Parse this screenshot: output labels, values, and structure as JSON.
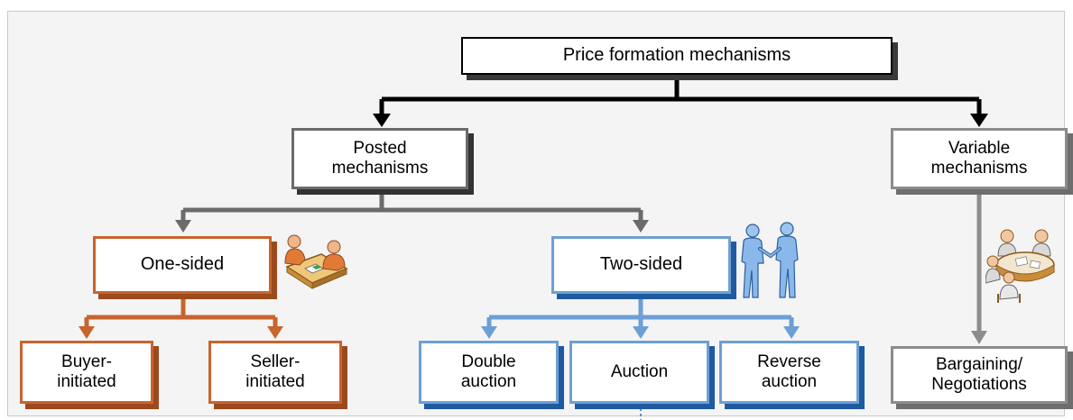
{
  "nodes": {
    "root": "Price formation mechanisms",
    "posted_l1": "Posted",
    "posted_l2": "mechanisms",
    "variable_l1": "Variable",
    "variable_l2": "mechanisms",
    "one_sided": "One-sided",
    "two_sided": "Two-sided",
    "buyer_l1": "Buyer-",
    "buyer_l2": "initiated",
    "seller_l1": "Seller-",
    "seller_l2": "initiated",
    "double_l1": "Double",
    "double_l2": "auction",
    "auction": "Auction",
    "reverse_l1": "Reverse",
    "reverse_l2": "auction",
    "bargaining_l1": "Bargaining/",
    "bargaining_l2": "Negotiations"
  },
  "icons": {
    "one_sided": "desk-meeting-icon",
    "two_sided": "handshake-icon",
    "variable": "round-table-meeting-icon"
  },
  "colors": {
    "root": "#000000",
    "posted": "#6b6b6b",
    "variable": "#8c8c8c",
    "one_sided": "#c8642d",
    "two_sided": "#6d9fd6",
    "background": "#f4f4f4"
  }
}
